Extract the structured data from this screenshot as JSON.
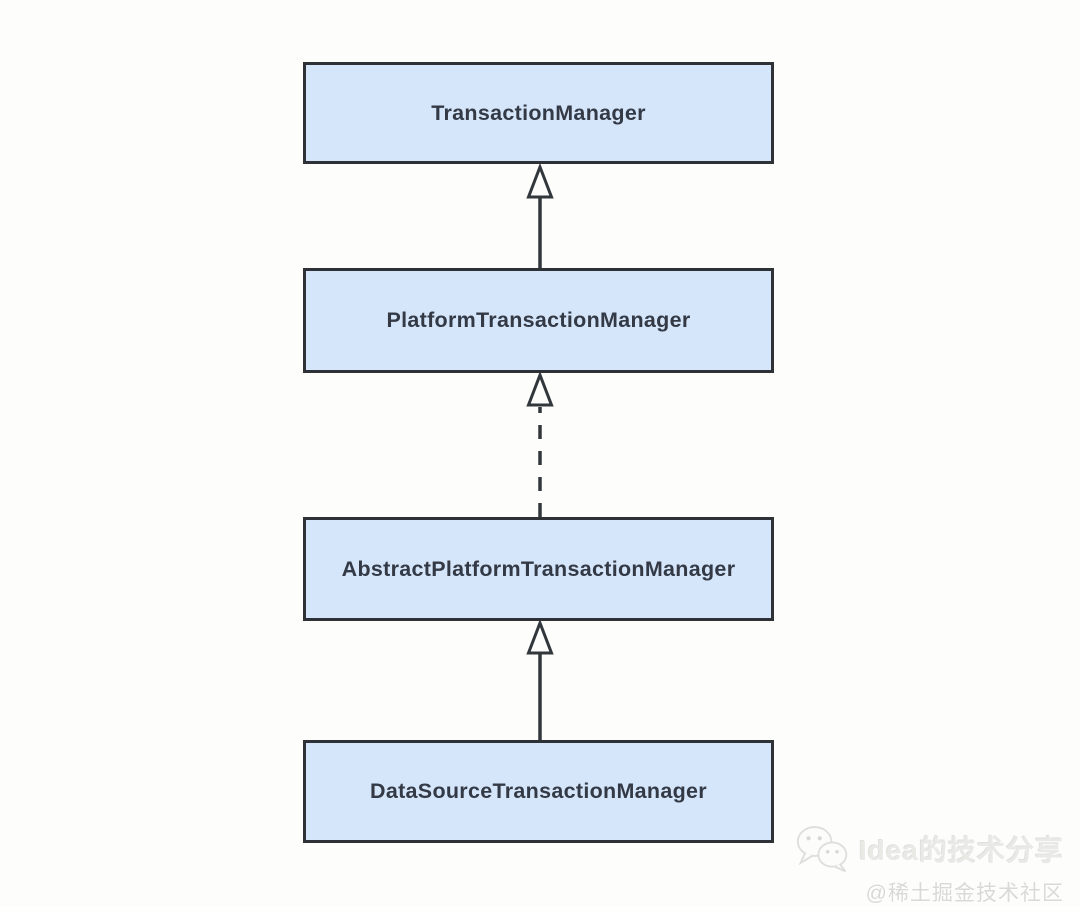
{
  "diagram": {
    "type": "uml-class-hierarchy",
    "nodes": [
      {
        "id": "transaction-manager",
        "label": "TransactionManager"
      },
      {
        "id": "platform-transaction-manager",
        "label": "PlatformTransactionManager"
      },
      {
        "id": "abstract-platform-transaction-manager",
        "label": "AbstractPlatformTransactionManager"
      },
      {
        "id": "datasource-transaction-manager",
        "label": "DataSourceTransactionManager"
      }
    ],
    "edges": [
      {
        "from": "PlatformTransactionManager",
        "to": "TransactionManager",
        "line": "solid",
        "head": "hollow-triangle",
        "meaning": "extends"
      },
      {
        "from": "AbstractPlatformTransactionManager",
        "to": "PlatformTransactionManager",
        "line": "dashed",
        "head": "hollow-triangle",
        "meaning": "implements"
      },
      {
        "from": "DataSourceTransactionManager",
        "to": "AbstractPlatformTransactionManager",
        "line": "solid",
        "head": "hollow-triangle",
        "meaning": "extends"
      }
    ],
    "colors": {
      "node_fill": "#d6e6fa",
      "node_border": "#2e3237",
      "node_text": "#333a46",
      "arrow": "#32373c",
      "background": "#fdfdfc"
    }
  },
  "watermark": {
    "icon": "wechat-icon",
    "title": "Idea的技术分享",
    "subtitle": "@稀土掘金技术社区"
  }
}
